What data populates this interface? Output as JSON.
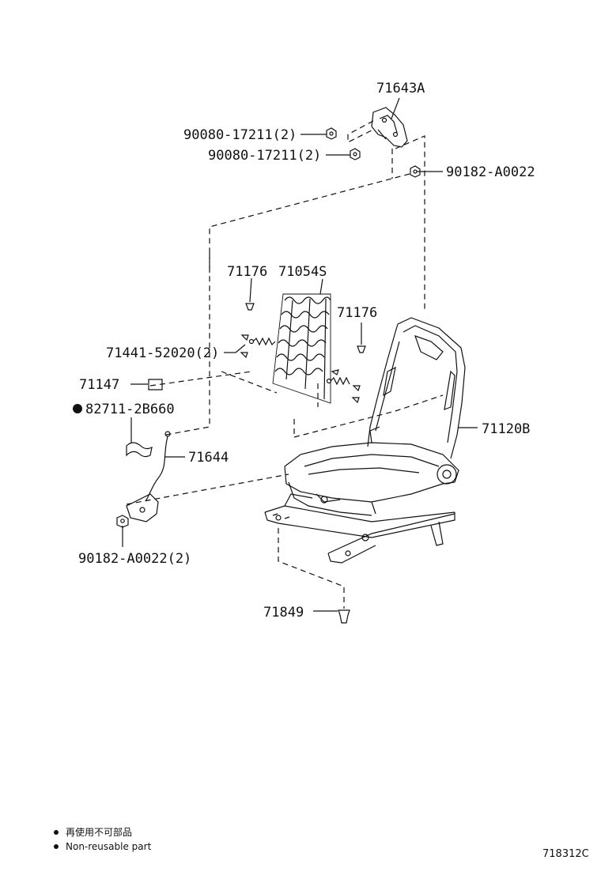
{
  "labels": {
    "p71643A": "71643A",
    "p90080a": "90080-17211(2)",
    "p90080b": "90080-17211(2)",
    "p90182a": "90182-A0022",
    "p71176a": "71176",
    "p71054S": "71054S",
    "p71176b": "71176",
    "p71441": "71441-52020(2)",
    "p71147": "71147",
    "p82711": "82711-2B660",
    "p71120B": "71120B",
    "p71644": "71644",
    "p90182b": "90182-A0022(2)",
    "p71849": "71849"
  },
  "legend": {
    "line_jp": "再使用不可部品",
    "line_en": "Non-reusable part"
  },
  "diagram_id": "718312C",
  "colors": {
    "ink": "#111111",
    "background": "#ffffff"
  }
}
